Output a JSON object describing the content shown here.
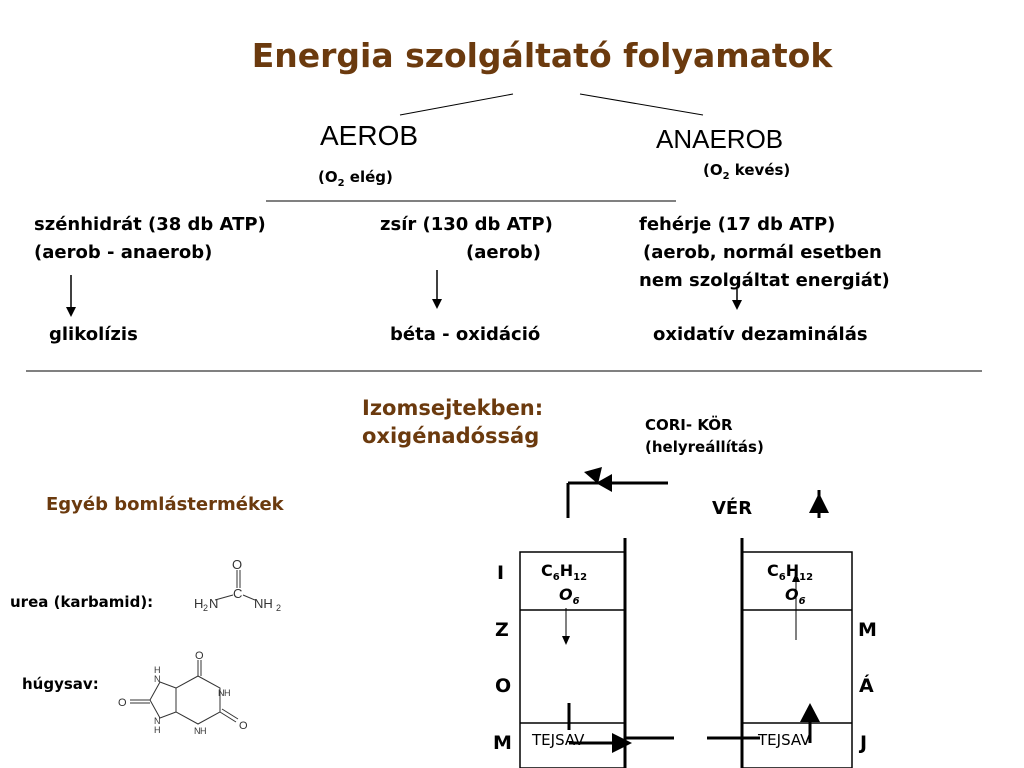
{
  "title": "Energia szolgáltató folyamatok",
  "aerob": {
    "label": "AEROB",
    "cond_prefix": "(O",
    "cond_sub": "2",
    "cond_suffix": " elég)"
  },
  "anaerob": {
    "label": "ANAEROB",
    "cond_prefix": "(O",
    "cond_sub": "2",
    "cond_suffix": " kevés)"
  },
  "sources": [
    {
      "line1": "szénhidrát (38 db ATP)",
      "line2": "(aerob - anaerob)",
      "line3": "",
      "process": "glikolízis"
    },
    {
      "line1": "zsír (130 db ATP)",
      "line2": "(aerob)",
      "line3": "",
      "process": "béta - oxidáció"
    },
    {
      "line1": "fehérje (17 db ATP)",
      "line2": "(aerob, normál esetben",
      "line3": "nem szolgáltat energiát)",
      "process": "oxidatív dezaminálás"
    }
  ],
  "muscle": {
    "line1": "Izomsejtekben:",
    "line2": "oxigénadósság"
  },
  "cori": {
    "line1": "CORI- KÖR",
    "line2": "(helyreállítás)"
  },
  "blood_label": "VÉR",
  "other_products": "Egyéb bomlástermékek",
  "urea_label": "urea (karbamid):",
  "uric_label": "húgysav:",
  "left_column_letters": [
    "I",
    "Z",
    "O",
    "M"
  ],
  "right_column_letters": [
    "M",
    "Á",
    "J"
  ],
  "glucose": {
    "c": "C",
    "c_sub": "6",
    "h": "H",
    "h_sub": "12",
    "o": "O",
    "o_sub": "6"
  },
  "lactate_label": "TEJSAV",
  "urea_atoms": {
    "o": "O",
    "c": "C",
    "left": "H",
    "left_sub": "2",
    "left_n": "N",
    "right": "NH",
    "right_sub": "2"
  },
  "uric_atoms": {
    "o": "O",
    "nh": "N",
    "h": "H"
  },
  "colors": {
    "title": "#6b3a0e",
    "text": "#000000"
  }
}
